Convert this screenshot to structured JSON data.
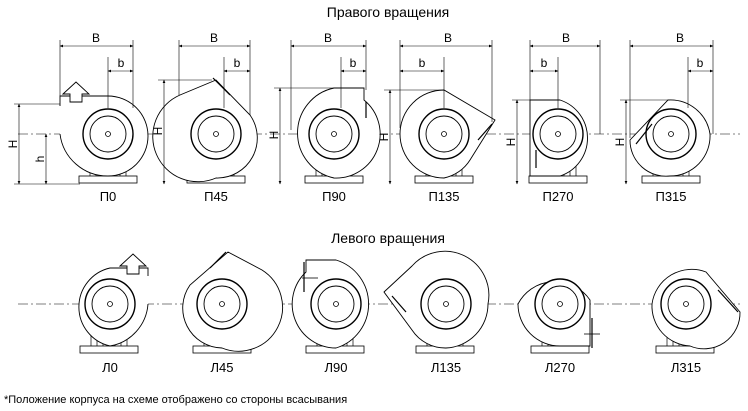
{
  "top_title": "Правого вращения",
  "bottom_title": "Левого вращения",
  "note": "*Положение корпуса на схеме отображено со стороны всасывания",
  "dim_labels": {
    "B": "B",
    "b": "b",
    "H": "H",
    "h": "h"
  },
  "right_rotation": [
    {
      "label": "П0",
      "angle": 0
    },
    {
      "label": "П45",
      "angle": 45
    },
    {
      "label": "П90",
      "angle": 90
    },
    {
      "label": "П135",
      "angle": 135
    },
    {
      "label": "П270",
      "angle": 270
    },
    {
      "label": "П315",
      "angle": 315
    }
  ],
  "left_rotation": [
    {
      "label": "Л0",
      "angle": 0
    },
    {
      "label": "Л45",
      "angle": 45
    },
    {
      "label": "Л90",
      "angle": 90
    },
    {
      "label": "Л135",
      "angle": 135
    },
    {
      "label": "Л270",
      "angle": 270
    },
    {
      "label": "Л315",
      "angle": 315
    }
  ]
}
